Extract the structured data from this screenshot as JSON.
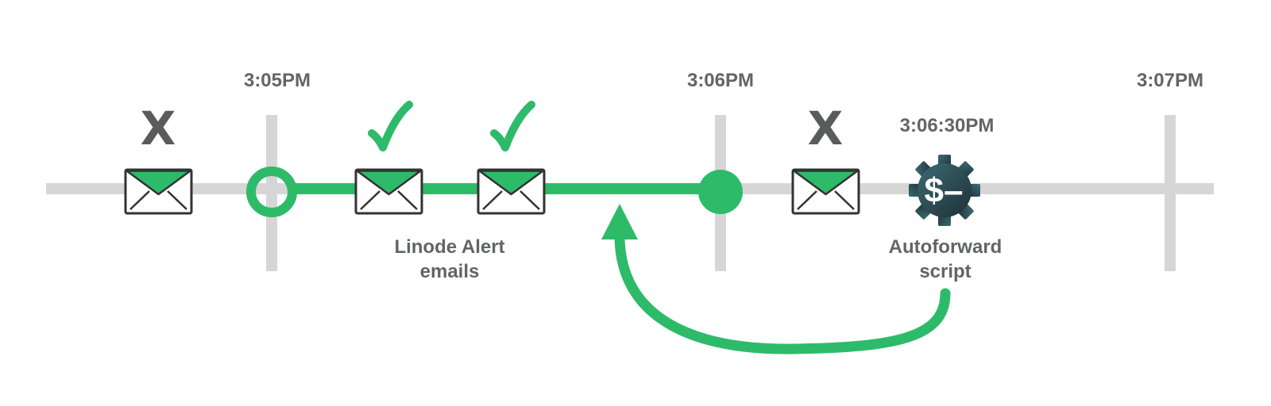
{
  "timeline": {
    "times": [
      "3:05PM",
      "3:06PM",
      "3:07PM"
    ],
    "mid_time": "3:06:30PM"
  },
  "marks": {
    "rejected": "X"
  },
  "captions": {
    "alerts_line1": "Linode Alert",
    "alerts_line2": "emails",
    "script_line1": "Autoforward",
    "script_line2": "script"
  },
  "script_icon": {
    "symbol": "$–"
  },
  "colors": {
    "accent": "#2dbb6a",
    "axis": "#d6d6d6",
    "label": "#636466",
    "envelope_stroke": "#333333",
    "gear_dark": "#243b43",
    "gear_light": "#3a6670"
  }
}
